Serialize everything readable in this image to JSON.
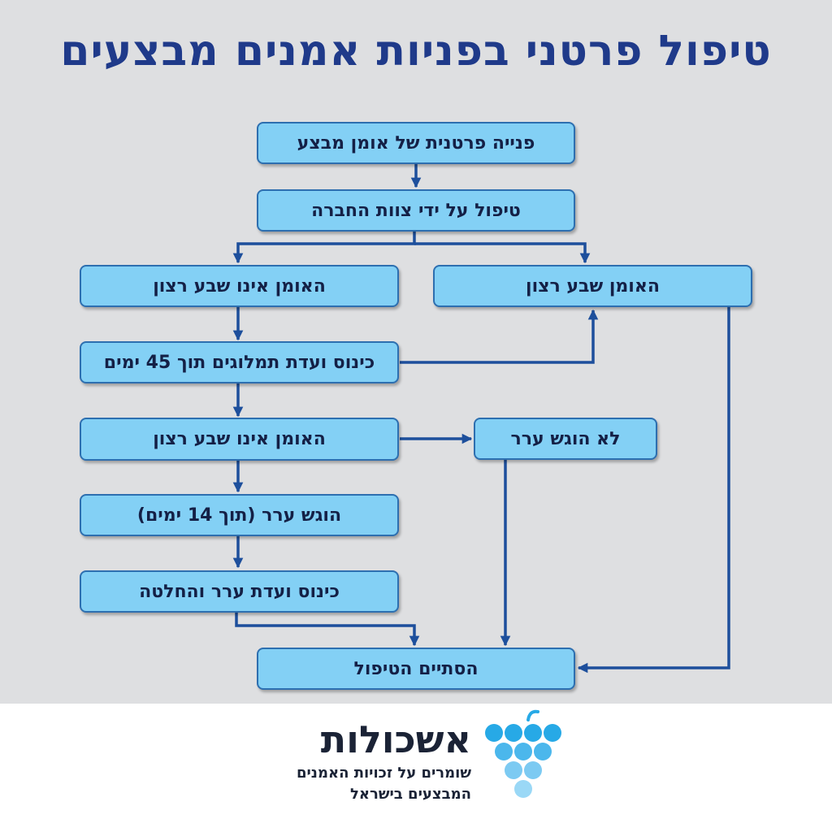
{
  "title": "טיפול פרטני בפניות אמנים מבצעים",
  "flow": {
    "start": "פנייה פרטנית של אומן מבצע",
    "company": "טיפול על ידי צוות החברה",
    "satisfied": "האומן שבע רצון",
    "not_satisfied_1": "האומן אינו שבע רצון",
    "committee": "כינוס ועדת תמלוגים תוך 45 ימים",
    "not_satisfied_2": "האומן אינו שבע רצון",
    "no_appeal": "לא הוגש ערר",
    "appeal": "הוגש ערר (תוך 14 ימים)",
    "appeal_committee": "כינוס ועדת ערר והחלטה",
    "end": "הסתיים הטיפול"
  },
  "logo": {
    "name": "אשכולות",
    "tagline_line1": "שומרים על זכויות האמנים",
    "tagline_line2": "המבצעים בישראל"
  },
  "colors": {
    "title": "#1f3a8a",
    "box_fill": "#83d0f5",
    "box_border": "#2d6fb0",
    "arrow": "#1d4f9c",
    "panel_bg": "#dedfe1",
    "grape_dark": "#27a9e6",
    "grape_light": "#9ad8f6"
  },
  "icons": {
    "logo_mark": "grapes-icon"
  }
}
